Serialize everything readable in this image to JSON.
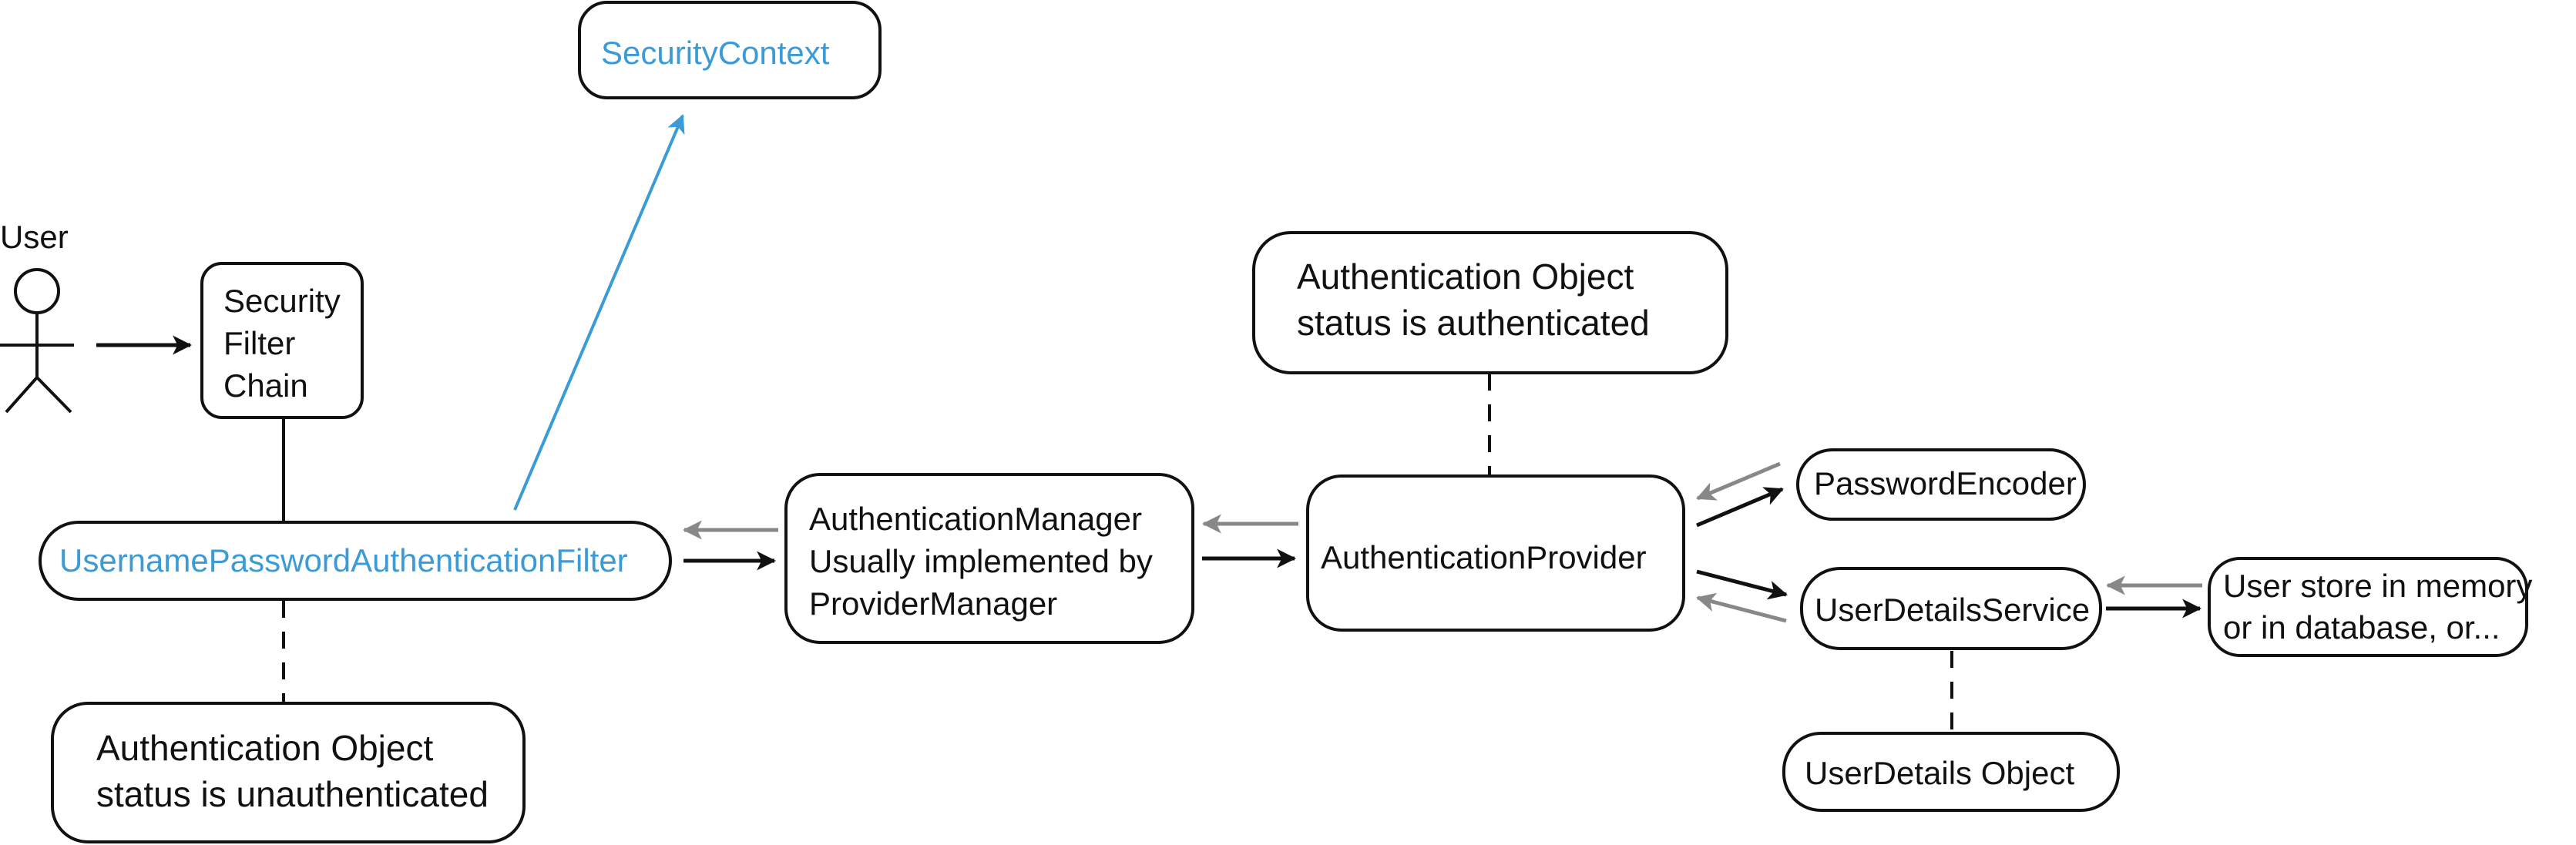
{
  "nodes": {
    "user": {
      "label": "User"
    },
    "security_context": {
      "label": "SecurityContext",
      "color": "#3b9bd6"
    },
    "security_filter_chain": {
      "lines": [
        "Security",
        "Filter",
        "Chain"
      ]
    },
    "username_password_filter": {
      "label": "UsernamePasswordAuthenticationFilter",
      "color": "#3b9bd6"
    },
    "auth_object_unauthenticated": {
      "lines": [
        "Authentication Object",
        "status is unauthenticated"
      ]
    },
    "authentication_manager": {
      "lines": [
        "AuthenticationManager",
        "Usually implemented by",
        "ProviderManager"
      ]
    },
    "auth_object_authenticated": {
      "lines": [
        "Authentication Object",
        "status is authenticated"
      ]
    },
    "authentication_provider": {
      "label": "AuthenticationProvider"
    },
    "password_encoder": {
      "label": "PasswordEncoder"
    },
    "user_details_service": {
      "label": "UserDetailsService"
    },
    "user_store": {
      "lines": [
        "User store in memory",
        "or in database, or..."
      ]
    },
    "user_details_object": {
      "label": "UserDetails Object"
    }
  },
  "colors": {
    "accent": "#3b9bd6",
    "request_arrow": "#111111",
    "return_arrow": "#888888"
  }
}
